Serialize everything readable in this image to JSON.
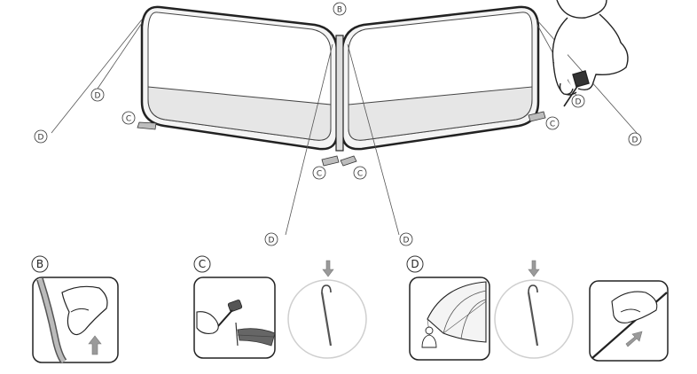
{
  "callouts": {
    "B": "B",
    "C": "C",
    "D": "D"
  },
  "steps": [
    {
      "label": "B"
    },
    {
      "label": "C"
    },
    {
      "label": "D"
    }
  ],
  "colors": {
    "line": "#222222",
    "panel_light": "#f2f2f2",
    "panel_band": "#e4e4e4",
    "arrow_grey": "#9a9a9a",
    "circle_grey": "#cfcfcf",
    "stake_grey": "#7a7a7a"
  }
}
